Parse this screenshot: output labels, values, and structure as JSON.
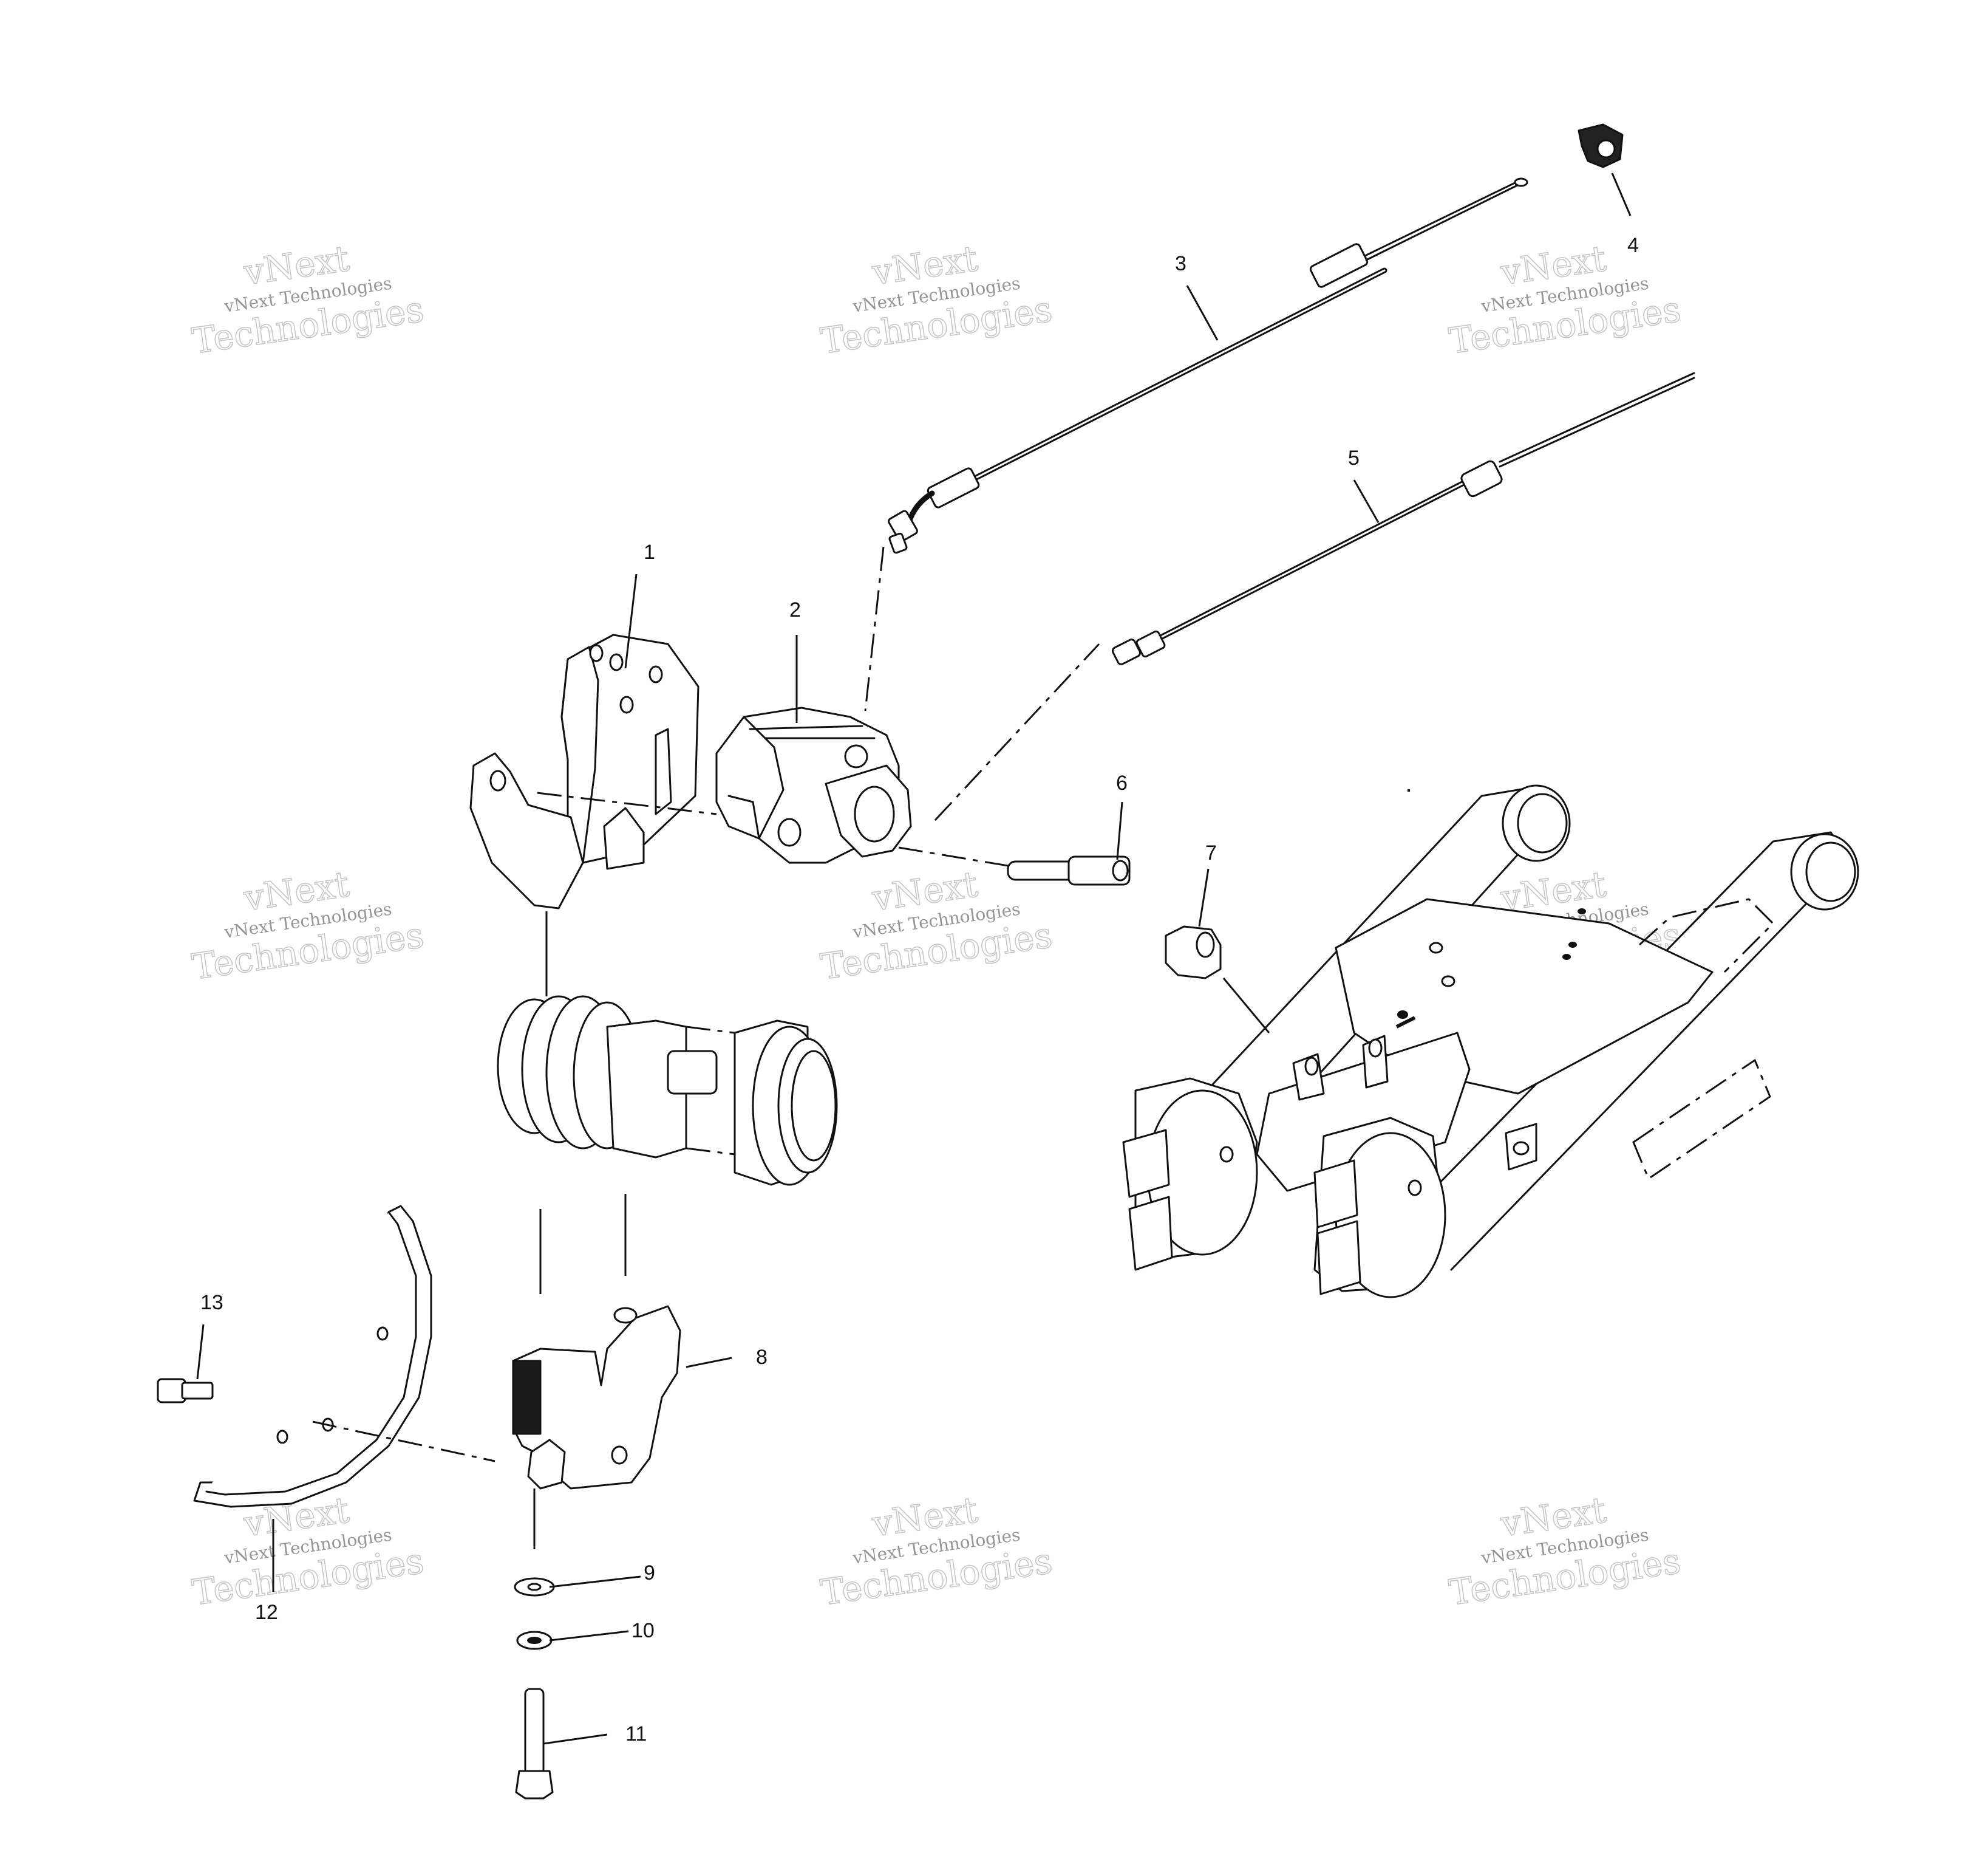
{
  "labels": [
    "1",
    "2",
    "3",
    "4",
    "5",
    "6",
    "7",
    "8",
    "9",
    "10",
    "11",
    "12",
    "13"
  ],
  "watermark": {
    "line1": "vNext",
    "line2": "vNext Technologies",
    "line3": "Technologies"
  },
  "colors": {
    "line": "#111111",
    "background": "#ffffff",
    "watermark": "#9a9a9a"
  }
}
